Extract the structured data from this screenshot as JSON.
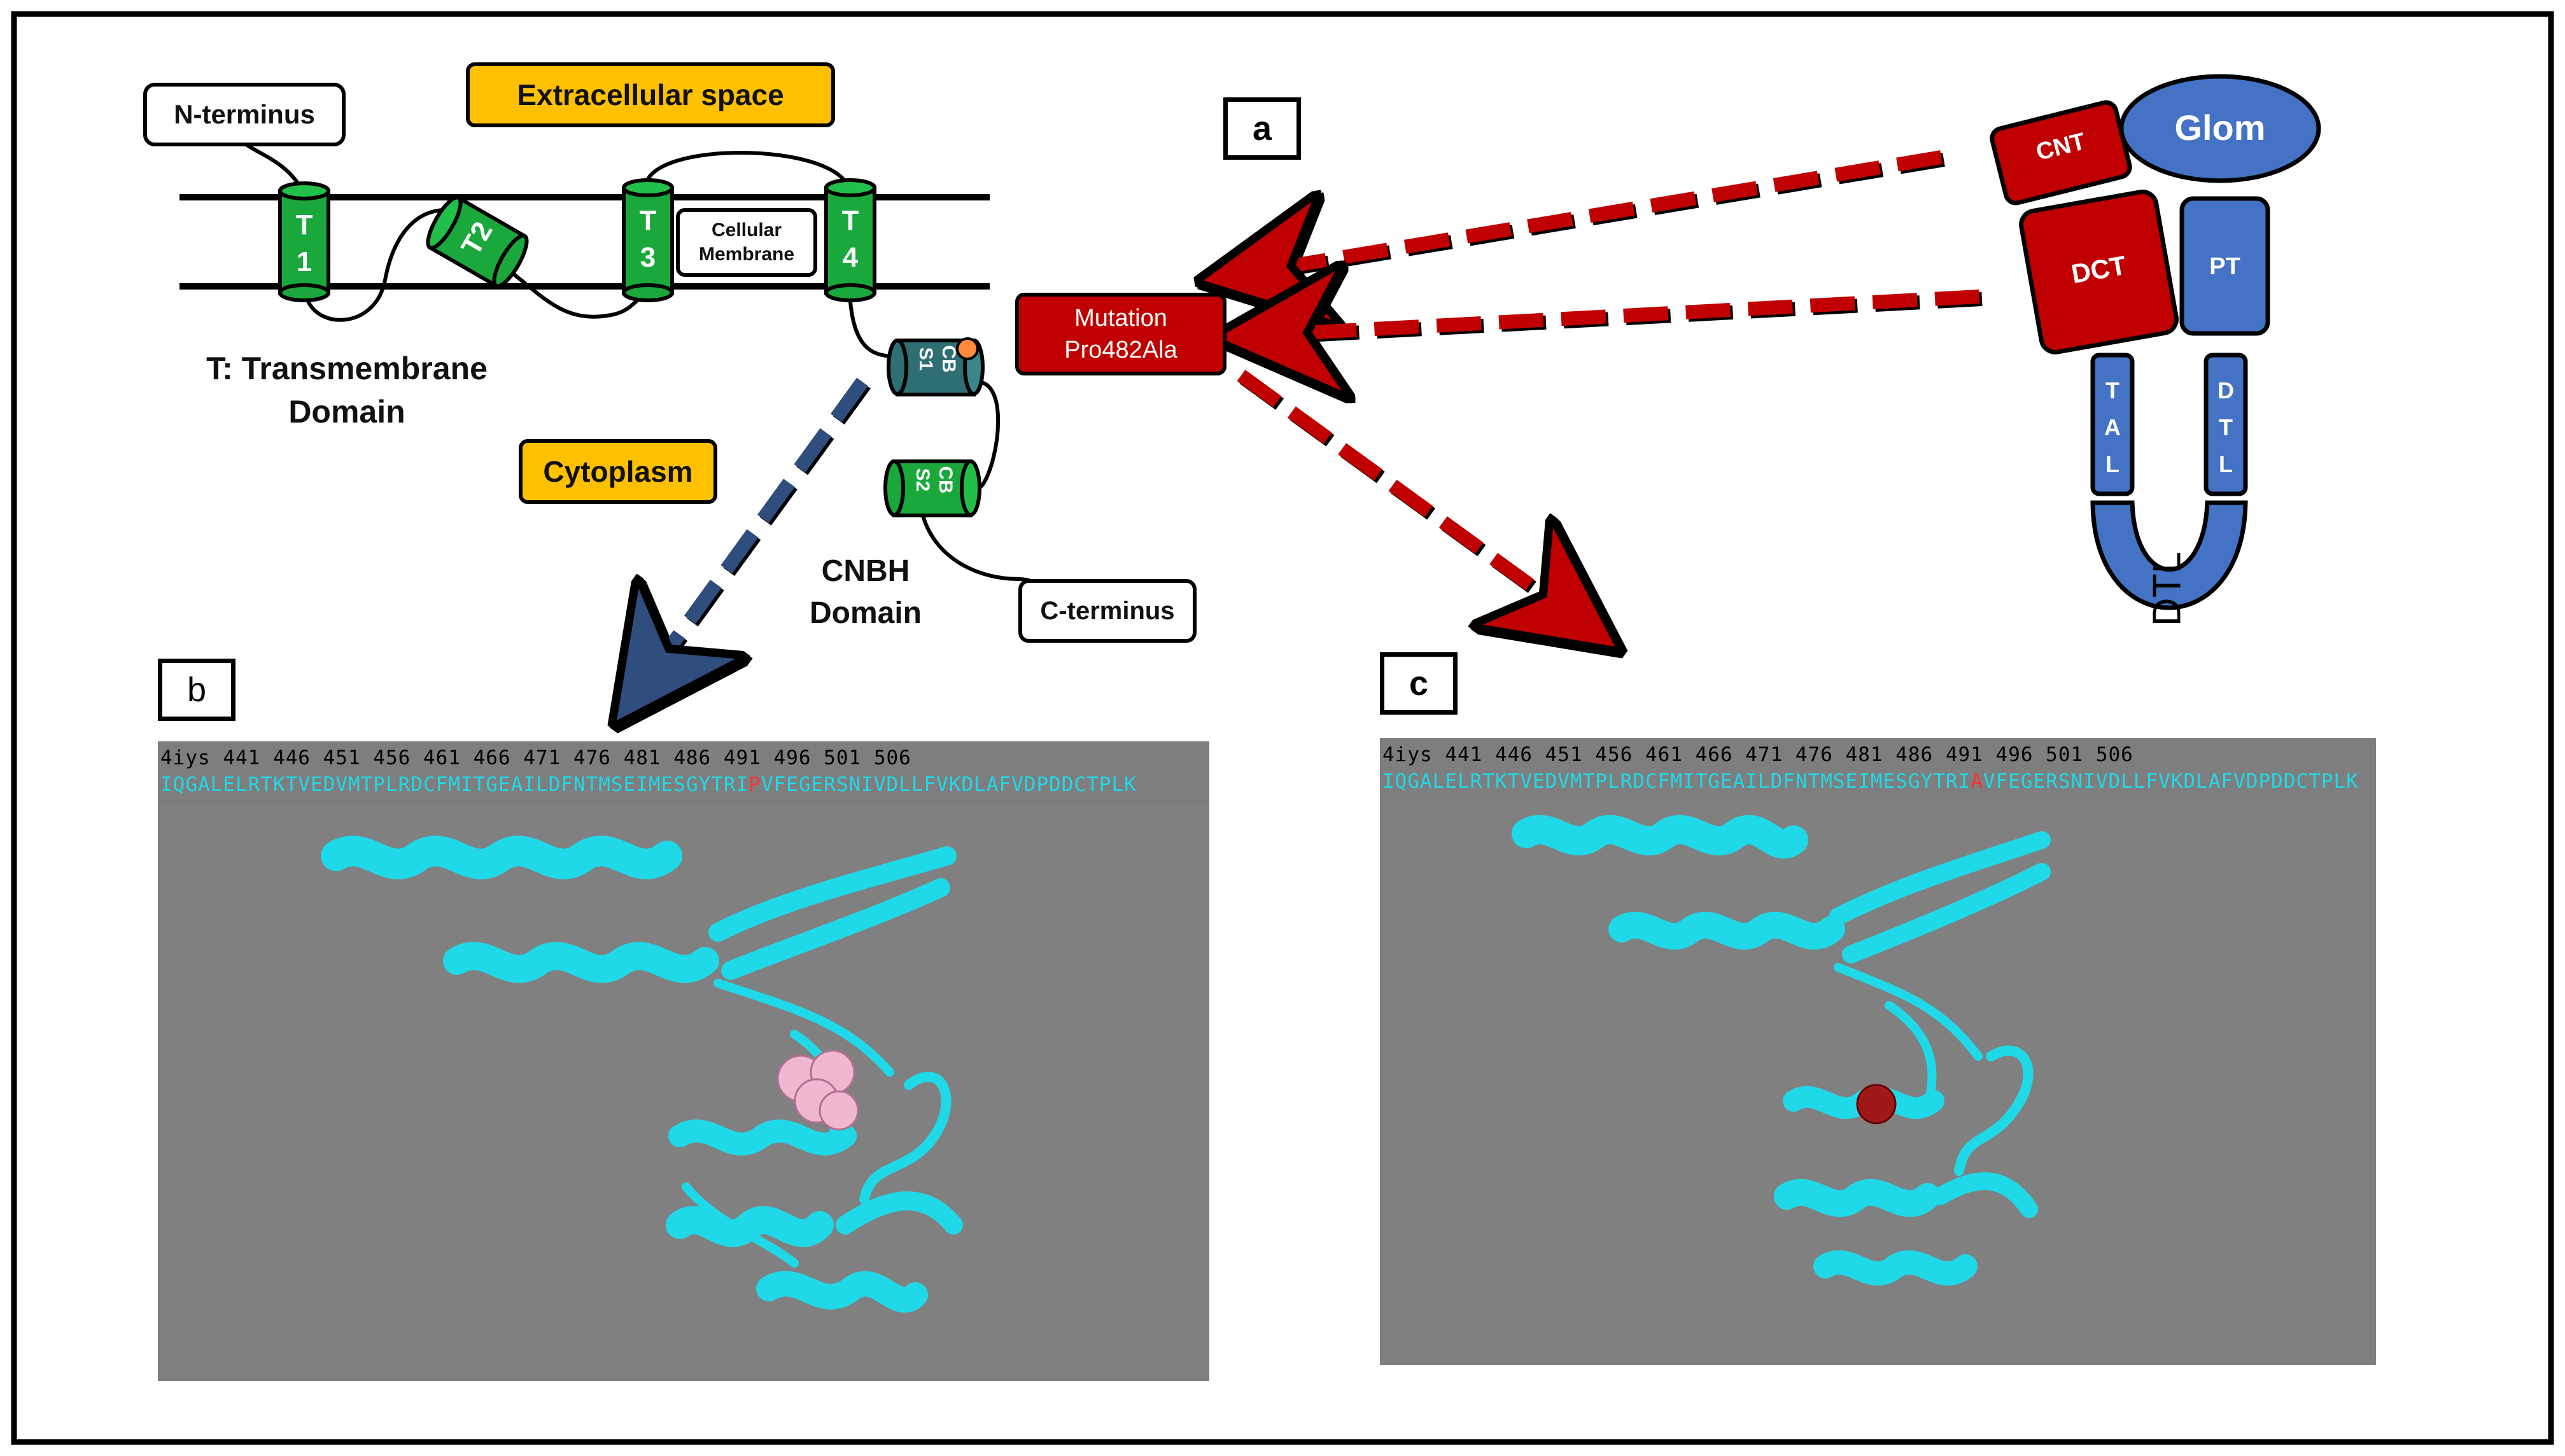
{
  "panels": {
    "a": "a",
    "b": "b",
    "c": "c"
  },
  "membrane": {
    "n_terminus": "N-terminus",
    "c_terminus": "C-terminus",
    "extracellular": "Extracellular space",
    "cytoplasm": "Cytoplasm",
    "cellular_membrane_l1": "Cellular",
    "cellular_membrane_l2": "Membrane",
    "transmembrane_l1": "T: Transmembrane",
    "transmembrane_l2": "Domain",
    "cnbh_l1": "CNBH",
    "cnbh_l2": "Domain",
    "helices": {
      "t1_a": "T",
      "t1_b": "1",
      "t2": "T2",
      "t3_a": "T",
      "t3_b": "3",
      "t4_a": "T",
      "t4_b": "4",
      "cbs1_a": "CB",
      "cbs1_b": "S1",
      "cbs2_a": "CB",
      "cbs2_b": "S2"
    }
  },
  "mutation": {
    "line1": "Mutation",
    "line2": "Pro482Ala"
  },
  "nephron": {
    "glom": "Glom",
    "cnt": "CNT",
    "dct": "DCT",
    "pt": "PT",
    "tal": [
      "T",
      "A",
      "L"
    ],
    "dtl_small": [
      "D",
      "T",
      "L"
    ],
    "dtl_loop": "DTL"
  },
  "sequence": {
    "id_b": "4iys",
    "id_c": "4iys",
    "numbers": "441  446  451  456  461  466  471  476  481  486  491  496  501  506",
    "before": "IQGALELRTKTVEDVMTPLRDCFMITGEAILDFNTMSEIMESGYTRI",
    "wt_residue": "P",
    "mut_residue": "A",
    "after": "VFEGERSNIVDLLFVKDLAFVDPDDCTPLK"
  },
  "colors": {
    "green_helix": "#1aa83c",
    "teal_helix": "#2e6f73",
    "red_box": "#c00000",
    "blue_segment": "#4472c4",
    "amber_label": "#ffc000",
    "protein_cyan": "#1fd9e8",
    "panel_gray": "#808080"
  }
}
